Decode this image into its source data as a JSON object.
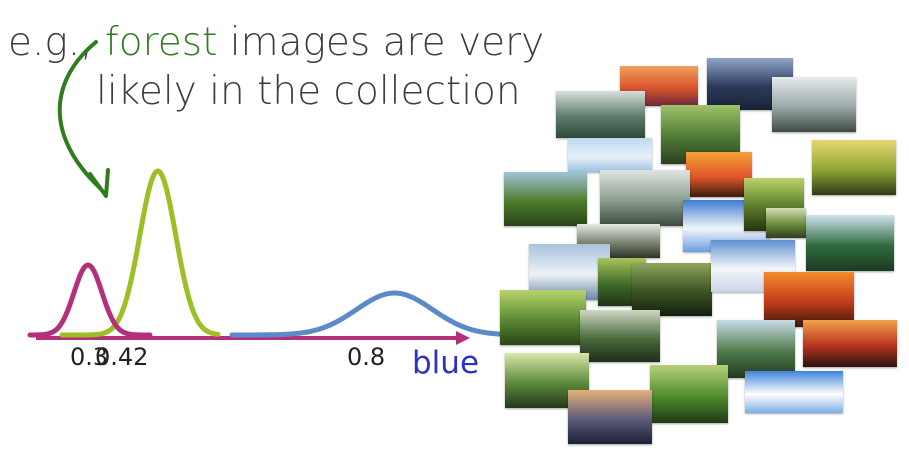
{
  "caption": {
    "prefix": "e.g., ",
    "highlight": "forest",
    "rest_line1": " images are very",
    "line2": "likely in the collection"
  },
  "axis": {
    "label": "blue",
    "ticks": [
      "0.3",
      "0.42",
      "0.8"
    ]
  },
  "distributions": [
    {
      "mean": 0.3,
      "color": "#b5307a"
    },
    {
      "mean": 0.42,
      "color": "#9bbf25"
    },
    {
      "mean": 0.8,
      "color": "#5b8ac8"
    }
  ],
  "colors": {
    "arrow": "#2e7d1e",
    "axis": "#b5307a",
    "highlight": "#2e7d1e",
    "axis_label": "#2a33c8"
  },
  "collage": {
    "photos": [
      {
        "name": "sunset-photo",
        "palette": [
          "#f0a15a",
          "#d9532c",
          "#6b2a3a"
        ]
      },
      {
        "name": "lake-dusk-photo",
        "palette": [
          "#8fa5c8",
          "#2c3a5c",
          "#1a2235"
        ]
      },
      {
        "name": "misty-hill-photo",
        "palette": [
          "#d8dedc",
          "#5e7a6a",
          "#2f4a3a"
        ]
      },
      {
        "name": "misty-pines-photo",
        "palette": [
          "#e7ebec",
          "#9aa7a8",
          "#3d4a44"
        ]
      },
      {
        "name": "forest-stream-photo",
        "palette": [
          "#9fc26a",
          "#4f7a34",
          "#2a4020"
        ]
      },
      {
        "name": "sky-photo",
        "palette": [
          "#bcd8ee",
          "#e8f1f8",
          "#9cc2e2"
        ]
      },
      {
        "name": "forest-sunset-photo",
        "palette": [
          "#f6a03a",
          "#e2572a",
          "#3a1c10"
        ]
      },
      {
        "name": "sunny-forest-path-photo",
        "palette": [
          "#e6d770",
          "#8ca534",
          "#2f3a14"
        ]
      },
      {
        "name": "green-hillside-photo",
        "palette": [
          "#9fc4d8",
          "#4d7b2c",
          "#2a4418"
        ]
      },
      {
        "name": "foggy-forest-photo",
        "palette": [
          "#dfe4e0",
          "#8a9d8e",
          "#3a4a3c"
        ]
      },
      {
        "name": "blue-clouds-photo",
        "palette": [
          "#3f7bd4",
          "#f3f6fa",
          "#6b9de0"
        ]
      },
      {
        "name": "forest-light-photo",
        "palette": [
          "#bcd36a",
          "#5a7a2a",
          "#27340f"
        ]
      },
      {
        "name": "lone-tree-photo",
        "palette": [
          "#d4dfb6",
          "#6b8a3c",
          "#2f3e1c"
        ]
      },
      {
        "name": "pine-field-photo",
        "palette": [
          "#cfe3ee",
          "#2f6a3c",
          "#1d3a22"
        ]
      },
      {
        "name": "tall-trunks-photo",
        "palette": [
          "#e6e8e0",
          "#7a8470",
          "#2e3428"
        ]
      },
      {
        "name": "mountain-clouds-photo",
        "palette": [
          "#a8c2dc",
          "#eef2f6",
          "#6a86a6"
        ]
      },
      {
        "name": "pines-sunbeam-photo",
        "palette": [
          "#a8c45a",
          "#3f6a2a",
          "#1e3414"
        ]
      },
      {
        "name": "dark-woods-photo",
        "palette": [
          "#8fa45a",
          "#3a5224",
          "#141e0c"
        ]
      },
      {
        "name": "cloud-sea-photo",
        "palette": [
          "#5f8fd0",
          "#f4f6fa",
          "#c9d6e6"
        ]
      },
      {
        "name": "fiery-sunset-photo",
        "palette": [
          "#f48a2a",
          "#c23a1a",
          "#3a1a0c"
        ]
      },
      {
        "name": "bamboo-forest-photo",
        "palette": [
          "#b6d36a",
          "#5a8a34",
          "#2a4418"
        ]
      },
      {
        "name": "pine-grove-photo",
        "palette": [
          "#cfd8c4",
          "#4a6a3c",
          "#1e2e18"
        ]
      },
      {
        "name": "mountain-pines-photo",
        "palette": [
          "#c8dbe8",
          "#4f7a4a",
          "#223a20"
        ]
      },
      {
        "name": "red-sky-photo",
        "palette": [
          "#f2a24a",
          "#b8321e",
          "#2a1410"
        ]
      },
      {
        "name": "canopy-photo",
        "palette": [
          "#d8e6a8",
          "#5a8a3a",
          "#24381a"
        ]
      },
      {
        "name": "forest-clearing-photo",
        "palette": [
          "#b6d17a",
          "#4f8a2c",
          "#1e3a12"
        ]
      },
      {
        "name": "lake-sunset-photo",
        "palette": [
          "#e6b07a",
          "#5a5a7a",
          "#1c2034"
        ]
      },
      {
        "name": "white-clouds-photo",
        "palette": [
          "#3f82da",
          "#ffffff",
          "#7aaee6"
        ]
      }
    ]
  }
}
